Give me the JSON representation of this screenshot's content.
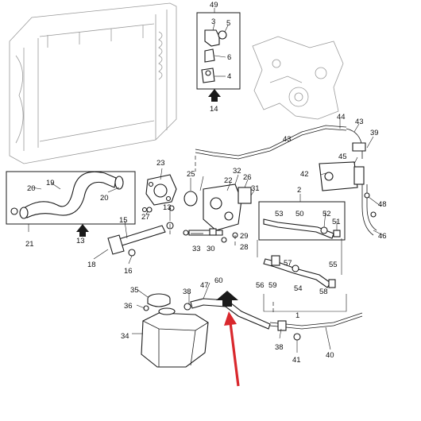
{
  "colors": {
    "line": "#1a1a1a",
    "faint": "#9a9a9a",
    "arrow_red": "#d9282d",
    "background": "#ffffff"
  },
  "callouts": [
    {
      "id": "c1",
      "text": "1"
    },
    {
      "id": "c2",
      "text": "2"
    },
    {
      "id": "c3",
      "text": "3"
    },
    {
      "id": "c4",
      "text": "4"
    },
    {
      "id": "c5",
      "text": "5"
    },
    {
      "id": "c6",
      "text": "6"
    },
    {
      "id": "c13",
      "text": "13"
    },
    {
      "id": "c14",
      "text": "14"
    },
    {
      "id": "c15",
      "text": "15"
    },
    {
      "id": "c16",
      "text": "16"
    },
    {
      "id": "c18",
      "text": "18"
    },
    {
      "id": "c19",
      "text": "19"
    },
    {
      "id": "c20a",
      "text": "20"
    },
    {
      "id": "c20b",
      "text": "20"
    },
    {
      "id": "c21",
      "text": "21"
    },
    {
      "id": "c22",
      "text": "22"
    },
    {
      "id": "c23",
      "text": "23"
    },
    {
      "id": "c25",
      "text": "25"
    },
    {
      "id": "c26",
      "text": "26"
    },
    {
      "id": "c27",
      "text": "27"
    },
    {
      "id": "c28",
      "text": "28"
    },
    {
      "id": "c29",
      "text": "29"
    },
    {
      "id": "c30",
      "text": "30"
    },
    {
      "id": "c31",
      "text": "31"
    },
    {
      "id": "c32",
      "text": "32"
    },
    {
      "id": "c33",
      "text": "33"
    },
    {
      "id": "c34",
      "text": "34"
    },
    {
      "id": "c35",
      "text": "35"
    },
    {
      "id": "c36",
      "text": "36"
    },
    {
      "id": "c38a",
      "text": "38"
    },
    {
      "id": "c38b",
      "text": "38"
    },
    {
      "id": "c39",
      "text": "39"
    },
    {
      "id": "c40",
      "text": "40"
    },
    {
      "id": "c41",
      "text": "41"
    },
    {
      "id": "c42",
      "text": "42"
    },
    {
      "id": "c43a",
      "text": "43"
    },
    {
      "id": "c43b",
      "text": "43"
    },
    {
      "id": "c44",
      "text": "44"
    },
    {
      "id": "c45",
      "text": "45"
    },
    {
      "id": "c46",
      "text": "46"
    },
    {
      "id": "c47",
      "text": "47"
    },
    {
      "id": "c48",
      "text": "48"
    },
    {
      "id": "c49",
      "text": "49"
    },
    {
      "id": "c50",
      "text": "50"
    },
    {
      "id": "c51",
      "text": "51"
    },
    {
      "id": "c52",
      "text": "52"
    },
    {
      "id": "c53",
      "text": "53"
    },
    {
      "id": "c54",
      "text": "54"
    },
    {
      "id": "c55",
      "text": "55"
    },
    {
      "id": "c56",
      "text": "56"
    },
    {
      "id": "c57",
      "text": "57"
    },
    {
      "id": "c58",
      "text": "58"
    },
    {
      "id": "c59",
      "text": "59"
    },
    {
      "id": "c60",
      "text": "60"
    }
  ]
}
